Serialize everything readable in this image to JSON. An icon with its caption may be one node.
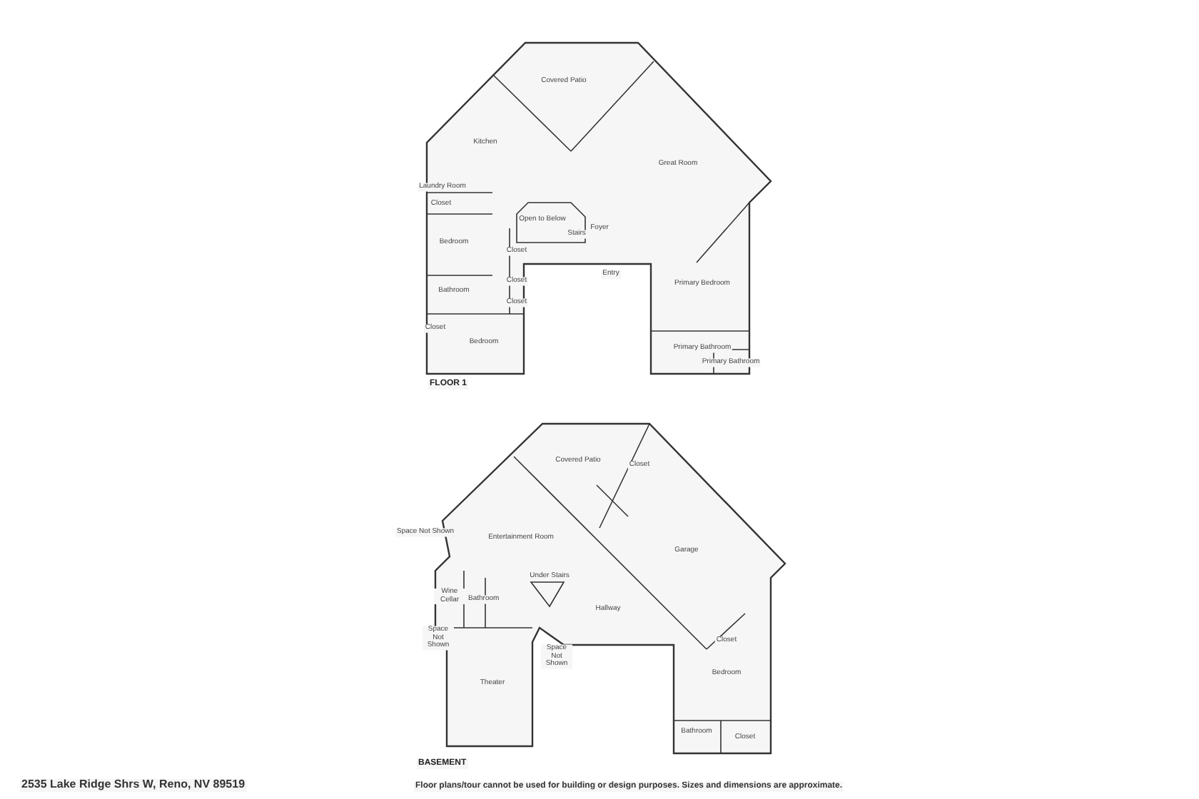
{
  "diagram": {
    "labels": [
      "Covered Patio",
      "Kitchen",
      "Great Room",
      "Laundry Room",
      "Closet",
      "Open to Below",
      "Foyer",
      "Stairs",
      "Bedroom",
      "Closet",
      "Bathroom",
      "Entry",
      "Primary Bedroom",
      "Closet",
      "Closet",
      "Bedroom",
      "Closet",
      "Primary Bathroom",
      "Primary Bathroom",
      "FLOOR 1",
      "Covered Patio",
      "Closet",
      "Space Not Shown",
      "Entertainment Room",
      "Garage",
      "Under Stairs",
      "Wine Cellar",
      "Bathroom",
      "Hallway",
      "Space Not Shown",
      "Space Not Shown",
      "Closet",
      "Theater",
      "Bedroom",
      "Bathroom",
      "Closet",
      "BASEMENT",
      "2535 Lake Ridge Shrs W, Reno, NV 89519",
      "Floor plans/tour cannot be used for building or design purposes. Sizes and dimensions are approximate."
    ]
  }
}
